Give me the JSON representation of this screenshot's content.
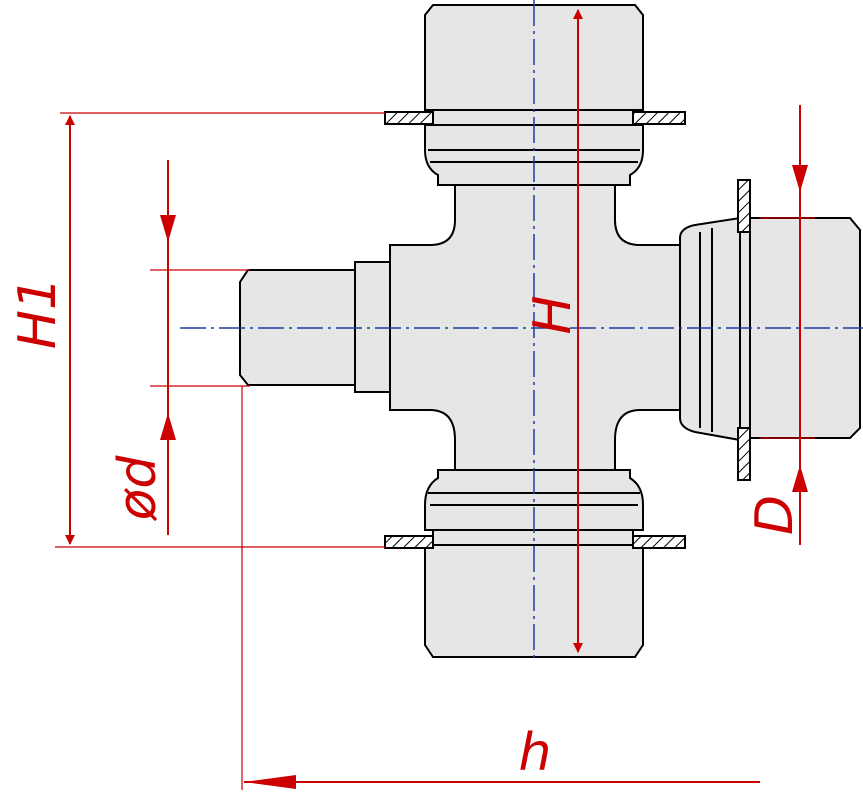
{
  "diagram": {
    "labels": {
      "H": "H",
      "H1": "H1",
      "phi_d": "ød",
      "D": "D",
      "h": "h"
    },
    "colors": {
      "outline": "#000000",
      "body_fill": "#e6e6e6",
      "centerline": "#1a3fa0",
      "dimension": "#cc0000",
      "hatch": "#000000"
    }
  }
}
